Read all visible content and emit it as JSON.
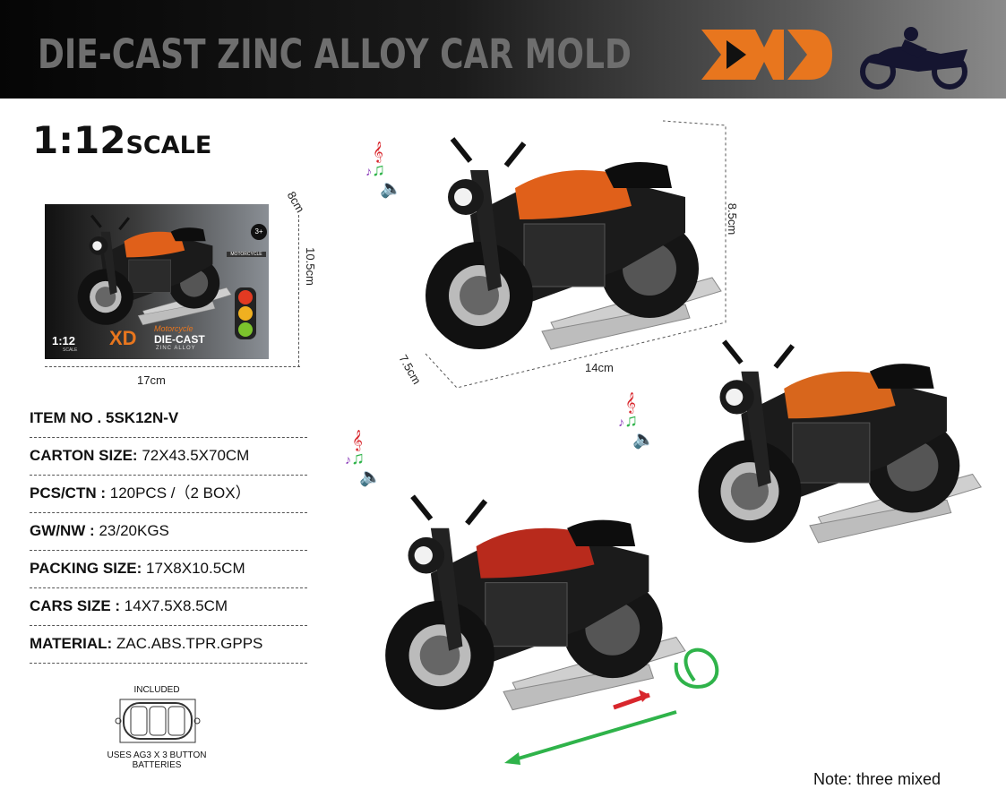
{
  "header": {
    "title": "DIE-CAST ZINC ALLOY CAR MOLD",
    "logo_text": "XD"
  },
  "scale": {
    "ratio": "1:12",
    "label": "SCALE"
  },
  "package": {
    "width_label": "17cm",
    "height_label": "10.5cm",
    "depth_label": "8cm",
    "box_text": {
      "scale": "1:12",
      "scale_sub": "SCALE",
      "age": "3+",
      "badge": "MOTORCYCLE",
      "brand": "XD",
      "line1": "Motorcycle",
      "line2": "DIE-CAST",
      "line3": "ZINC ALLOY"
    }
  },
  "product_dims": {
    "length": "14cm",
    "width": "7.5cm",
    "height": "8.5cm"
  },
  "specs": [
    {
      "label": "ITEM NO .",
      "value": "5SK12N-V"
    },
    {
      "label": "CARTON SIZE:",
      "value": "72X43.5X70CM"
    },
    {
      "label": "PCS/CTN :",
      "value": "120PCS /（2 BOX）"
    },
    {
      "label": "GW/NW :",
      "value": "23/20KGS"
    },
    {
      "label": "PACKING SIZE:",
      "value": "17X8X10.5CM"
    },
    {
      "label": "CARS SIZE :",
      "value": "14X7.5X8.5CM"
    },
    {
      "label": "MATERIAL:",
      "value": "ZAC.ABS.TPR.GPPS"
    }
  ],
  "battery": {
    "top": "INCLUDED",
    "bottom1": "USES AG3 X 3 BUTTON",
    "bottom2": "BATTERIES"
  },
  "note": "Note: three mixed",
  "colors": {
    "logo": "#e8761e",
    "variant_flame": "#e0601a",
    "variant_orange": "#d8661c",
    "variant_red": "#b82a1c",
    "note_green": "#2fb34a",
    "note_red": "#d8262c",
    "note_purple": "#8a3ab9"
  }
}
